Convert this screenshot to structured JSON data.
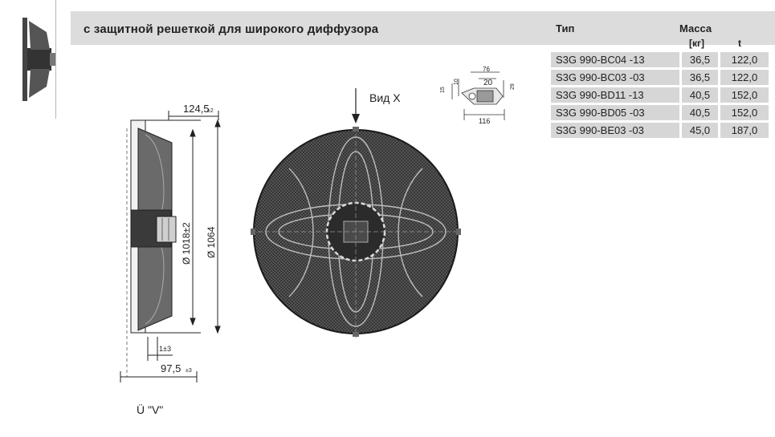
{
  "header": {
    "title": "с защитной решеткой для широкого диффузора",
    "col_type": "Тип",
    "col_mass": "Масса",
    "col_mass_unit": "[кг]",
    "col_t": "t"
  },
  "models": [
    {
      "type": "S3G 990-BC04  -13",
      "mass": "36,5",
      "t": "122,0"
    },
    {
      "type": "S3G 990-BC03  -03",
      "mass": "36,5",
      "t": "122,0"
    },
    {
      "type": "S3G 990-BD11  -13",
      "mass": "40,5",
      "t": "152,0"
    },
    {
      "type": "S3G 990-BD05  -03",
      "mass": "40,5",
      "t": "152,0"
    },
    {
      "type": "S3G 990-BE03  -03",
      "mass": "45,0",
      "t": "187,0"
    }
  ],
  "drawing": {
    "view_label": "Вид X",
    "caption": "Ü \"V\"",
    "dim_top": "124,5",
    "dim_tol_top": "±2",
    "dim_diam_inner": "Ø 1018±2",
    "dim_diam_outer": "Ø 1064",
    "dim_small": "1±3",
    "dim_bottom": "97,5",
    "dim_tol_bottom": "±3",
    "detail_76": "76",
    "detail_20": "20",
    "detail_29": "29",
    "detail_10": "10",
    "detail_15": "15",
    "detail_116": "116"
  },
  "colors": {
    "header_bg": "#dcdcdc",
    "cell_bg": "#d6d6d6",
    "grille_dark": "#3a3a3a"
  }
}
